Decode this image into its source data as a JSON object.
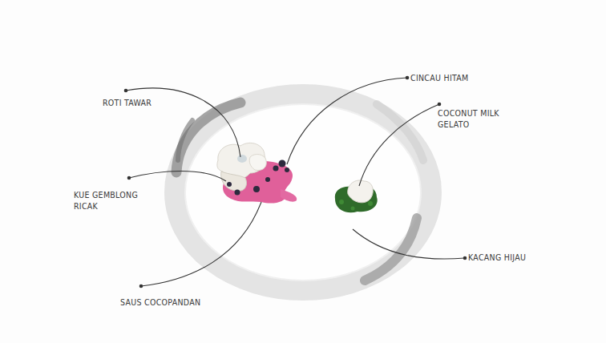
{
  "diagram": {
    "labels": [
      "ROTI TAWAR",
      "KUE GEMBLONG RICAK",
      "SAUS COCOPANDAN",
      "CINCAU HITAM",
      "COCONUT MILK GELATO",
      "KACANG HIJAU"
    ]
  }
}
